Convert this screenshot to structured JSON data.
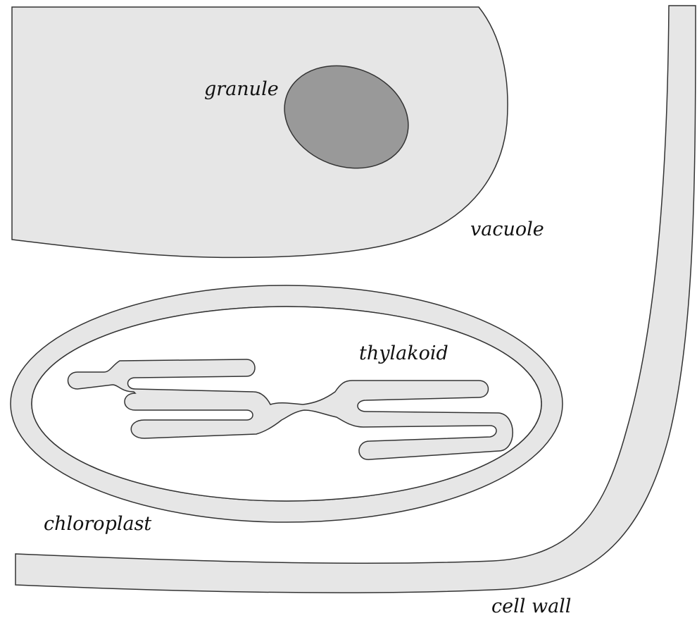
{
  "labels": {
    "granule": "granule",
    "vacuole": "vacuole",
    "thylakoid": "thylakoid",
    "chloroplast": "chloroplast",
    "cell_wall": "cell wall"
  },
  "colors": {
    "membrane_fill": "#e6e6e6",
    "granule_fill": "#999999",
    "outline": "#333333",
    "background": "#ffffff"
  }
}
